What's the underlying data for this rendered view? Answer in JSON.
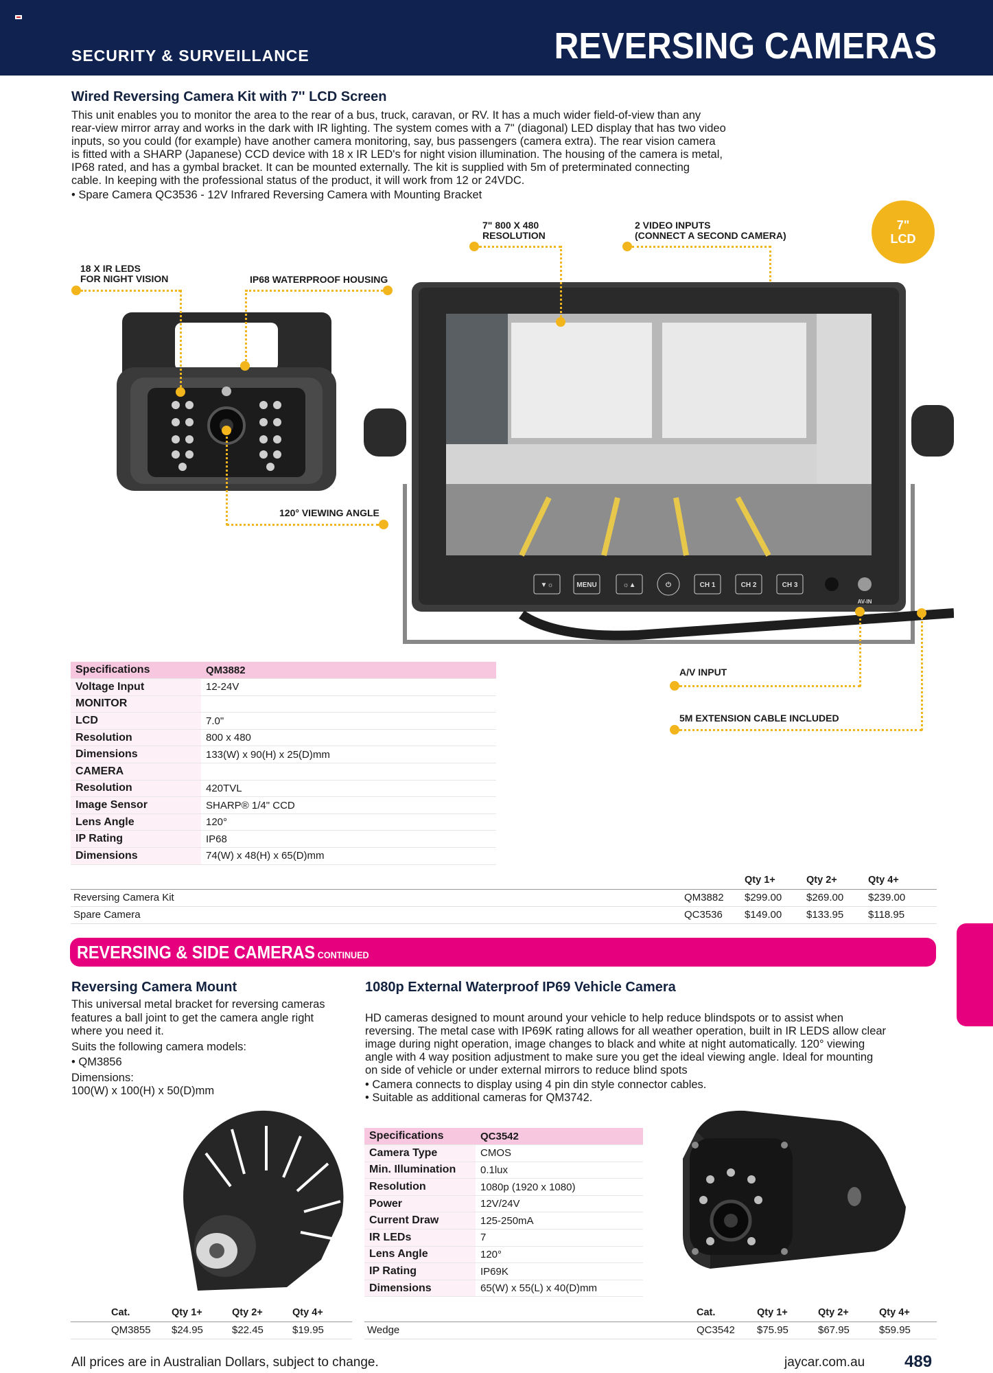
{
  "header": {
    "section": "SECURITY & SURVEILLANCE",
    "title": "REVERSING CAMERAS"
  },
  "product1": {
    "title": "Wired Reversing Camera Kit with 7'' LCD Screen",
    "paragraph_lines": [
      "This unit enables you to monitor the area to the rear of a bus, truck, caravan, or RV. It has a much wider field-of-view than any",
      "rear-view mirror array and works in the dark with IR lighting. The system comes with a 7\" (diagonal) LED display that has two video",
      "inputs, so you could (for example) have another camera monitoring, say, bus passengers (camera extra). The rear vision camera",
      "is fitted with a SHARP (Japanese) CCD device with 18 x IR LED's for night vision illumination. The housing of the camera is metal,",
      "IP68 rated, and has a gymbal bracket. It can be mounted externally. The kit is supplied with 5m of preterminated connecting",
      "cable. In keeping with the professional status of the product, it will work from 12 or 24VDC."
    ],
    "bullet": "• Spare Camera QC3536 - 12V Infrared Reversing Camera with Mounting Bracket",
    "callouts": {
      "ir_leds": [
        "18 X IR LEDS",
        "FOR NIGHT VISION"
      ],
      "waterproof": "IP68 WATERPROOF HOUSING",
      "resolution": [
        "7\" 800 X 480",
        "RESOLUTION"
      ],
      "inputs": [
        "2 VIDEO INPUTS",
        "(CONNECT A SECOND CAMERA)"
      ],
      "viewing_angle": "120° VIEWING ANGLE",
      "av_input": "A/V INPUT",
      "cable": "5M EXTENSION CABLE INCLUDED"
    },
    "badge": [
      "7\"",
      "LCD"
    ],
    "monitor_buttons": [
      "▼☼",
      "MENU",
      "☼▲",
      "⏻",
      "CH 1",
      "CH 2",
      "CH 3"
    ],
    "monitor_port_label": "AV-IN",
    "specs_header": [
      "Specifications",
      "QM3882"
    ],
    "specs": [
      [
        "Voltage Input",
        "12-24V"
      ],
      [
        "MONITOR",
        ""
      ],
      [
        "LCD",
        "7.0\""
      ],
      [
        "Resolution",
        "800 x 480"
      ],
      [
        "Dimensions",
        "133(W) x 90(H) x 25(D)mm"
      ],
      [
        "CAMERA",
        ""
      ],
      [
        "Resolution",
        "420TVL"
      ],
      [
        "Image Sensor",
        "SHARP® 1/4\" CCD"
      ],
      [
        "Lens Angle",
        "120°"
      ],
      [
        "IP Rating",
        "IP68"
      ],
      [
        "Dimensions",
        "74(W) x 48(H) x 65(D)mm"
      ]
    ],
    "price_header": [
      "Qty 1+",
      "Qty 2+",
      "Qty 4+"
    ],
    "prices": [
      [
        "Reversing Camera Kit",
        "QM3882",
        "$299.00",
        "$269.00",
        "$239.00"
      ],
      [
        "Spare Camera",
        "QC3536",
        "$149.00",
        "$133.95",
        "$118.95"
      ]
    ]
  },
  "section_bar": {
    "title": "REVERSING & SIDE CAMERAS",
    "suffix": "CONTINUED"
  },
  "product2": {
    "title": "Reversing Camera Mount",
    "lines": [
      "This universal metal bracket for reversing cameras",
      "features a ball joint to get the camera angle right",
      "where you need it.",
      "Suits the following camera models:",
      "• QM3856",
      "Dimensions:",
      "100(W) x 100(H) x 50(D)mm"
    ],
    "price_header": [
      "Cat.",
      "Qty 1+",
      "Qty 2+",
      "Qty 4+"
    ],
    "price_row": [
      "QM3855",
      "$24.95",
      "$22.45",
      "$19.95"
    ]
  },
  "product3": {
    "title": "1080p External Waterproof IP69 Vehicle Camera",
    "paragraph_lines": [
      "HD cameras designed to mount around your vehicle to help reduce blindspots or to assist when",
      "reversing. The metal case with IP69K rating allows for all weather operation, built in IR LEDS allow clear",
      "image during night operation, image changes to black and white at night automatically. 120° viewing",
      "angle with 4 way position adjustment to make sure you get the ideal viewing angle. Ideal for mounting",
      "on side of vehicle or under external mirrors to reduce blind spots"
    ],
    "bullets": [
      "• Camera connects to display using 4 pin din style connector cables.",
      "• Suitable as additional cameras for QM3742."
    ],
    "specs_header": [
      "Specifications",
      "QC3542"
    ],
    "specs": [
      [
        "Camera Type",
        "CMOS"
      ],
      [
        "Min. Illumination",
        "0.1lux"
      ],
      [
        "Resolution",
        "1080p (1920 x 1080)"
      ],
      [
        "Power",
        "12V/24V"
      ],
      [
        "Current Draw",
        "125-250mA"
      ],
      [
        "IR LEDs",
        "7"
      ],
      [
        "Lens Angle",
        "120°"
      ],
      [
        "IP Rating",
        "IP69K"
      ],
      [
        "Dimensions",
        "65(W) x 55(L) x 40(D)mm"
      ]
    ],
    "price_header": [
      "Cat.",
      "Qty 1+",
      "Qty 2+",
      "Qty 4+"
    ],
    "price_row": [
      "Wedge",
      "QC3542",
      "$75.95",
      "$67.95",
      "$59.95"
    ]
  },
  "footer": {
    "disclaimer": "All prices are in Australian Dollars, subject to change.",
    "website": "jaycar.com.au",
    "page": "489"
  },
  "colors": {
    "navy": "#0f2250",
    "magenta": "#e6007e",
    "yellow": "#f2b61c",
    "pink_light": "#f7c7e0"
  }
}
